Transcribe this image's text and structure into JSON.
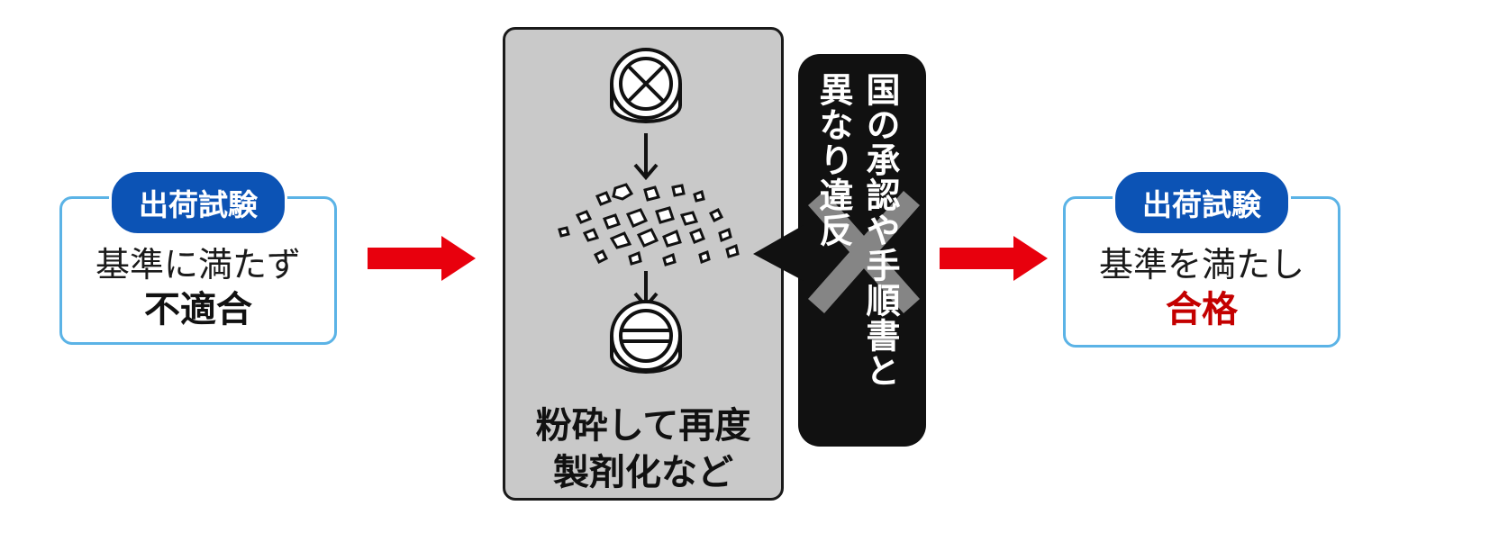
{
  "left_card": {
    "badge": "出荷試験",
    "line1": "基準に満たず",
    "verdict": "不適合"
  },
  "process": {
    "line1": "粉砕して再度",
    "line2": "製剤化など"
  },
  "violation_bubble": {
    "column1": "国の承認や手順書と",
    "column2": "異なり違反"
  },
  "right_card": {
    "badge": "出荷試験",
    "line1": "基準を満たし",
    "verdict": "合格"
  },
  "colors": {
    "badge_blue": "#0c53b5",
    "card_border": "#5bb3e6",
    "arrow_red": "#e8000d",
    "pass_red": "#c40000",
    "process_gray": "#c9c9c9",
    "bubble_black": "#111111"
  },
  "icons": [
    "crossed-tablet-icon",
    "crushed-fragments-icon",
    "scored-tablet-icon",
    "violation-x-icon"
  ]
}
